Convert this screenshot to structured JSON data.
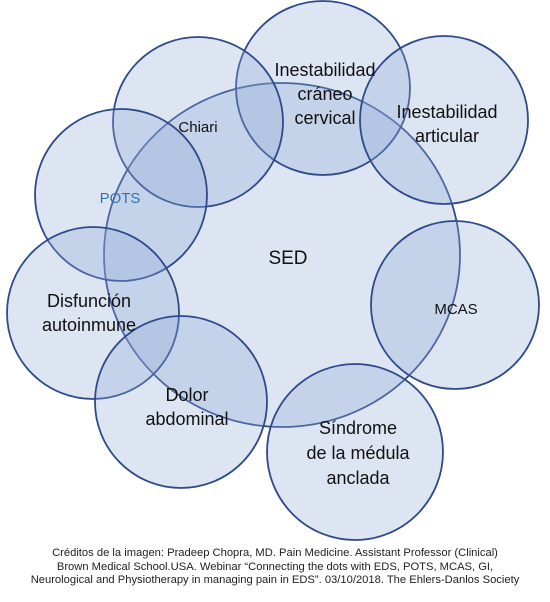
{
  "diagram": {
    "center_label": "SED",
    "accent_color": "#2f4a8a",
    "fill_color": "#8fa8d6",
    "nodes": [
      {
        "id": "inestabilidad-craneo-cervical",
        "lines": [
          "Inestabilidad",
          "cráneo",
          "cervical"
        ]
      },
      {
        "id": "inestabilidad-articular",
        "lines": [
          "Inestabilidad",
          "articular"
        ]
      },
      {
        "id": "chiari",
        "lines": [
          "Chiari"
        ]
      },
      {
        "id": "pots",
        "lines": [
          "POTS"
        ],
        "color": "#2e75b6"
      },
      {
        "id": "mcas",
        "lines": [
          "MCAS"
        ]
      },
      {
        "id": "disfuncion-autoinmune",
        "lines": [
          "Disfunción",
          "autoinmune"
        ]
      },
      {
        "id": "dolor-abdominal",
        "lines": [
          "Dolor",
          "abdominal"
        ]
      },
      {
        "id": "sindrome-medula-anclada",
        "lines": [
          "Síndrome",
          "de la médula",
          "anclada"
        ]
      }
    ]
  },
  "credits": {
    "line1": "Créditos de la imagen: Pradeep Chopra, MD. Pain Medicine. Assistant Professor (Clinical)",
    "line2": "Brown Medical School.USA. Webinar “Connecting the dots with EDS, POTS, MCAS, GI,",
    "line3": "Neurological and Physiotherapy in managing pain in EDS”. 03/10/2018. The Ehlers-Danlos Society"
  }
}
